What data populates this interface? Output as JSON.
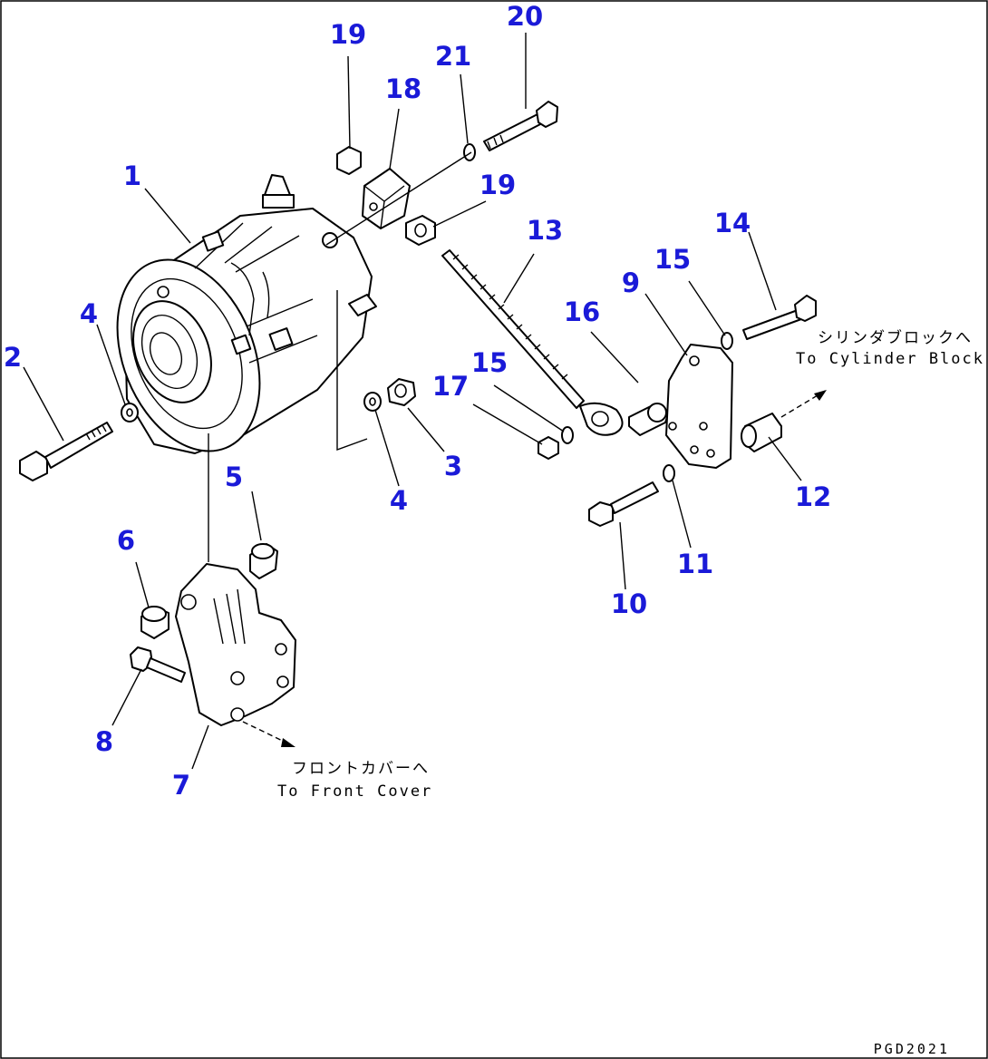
{
  "callouts": {
    "c1": "1",
    "c2": "2",
    "c3": "3",
    "c4a": "4",
    "c4b": "4",
    "c5": "5",
    "c6": "6",
    "c7": "7",
    "c8": "8",
    "c9": "9",
    "c10": "10",
    "c11": "11",
    "c12": "12",
    "c13": "13",
    "c14": "14",
    "c15a": "15",
    "c15b": "15",
    "c16": "16",
    "c17": "17",
    "c18": "18",
    "c19a": "19",
    "c19b": "19",
    "c20": "20",
    "c21": "21"
  },
  "notes": {
    "cylinder_block_jp": "シリンダブロックへ",
    "cylinder_block_en": "To Cylinder Block",
    "front_cover_jp": "フロントカバーへ",
    "front_cover_en": "To Front Cover"
  },
  "drawing_code": "PGD2021",
  "colors": {
    "callout": "#1a1ad8",
    "line": "#000000",
    "background": "#ffffff"
  }
}
